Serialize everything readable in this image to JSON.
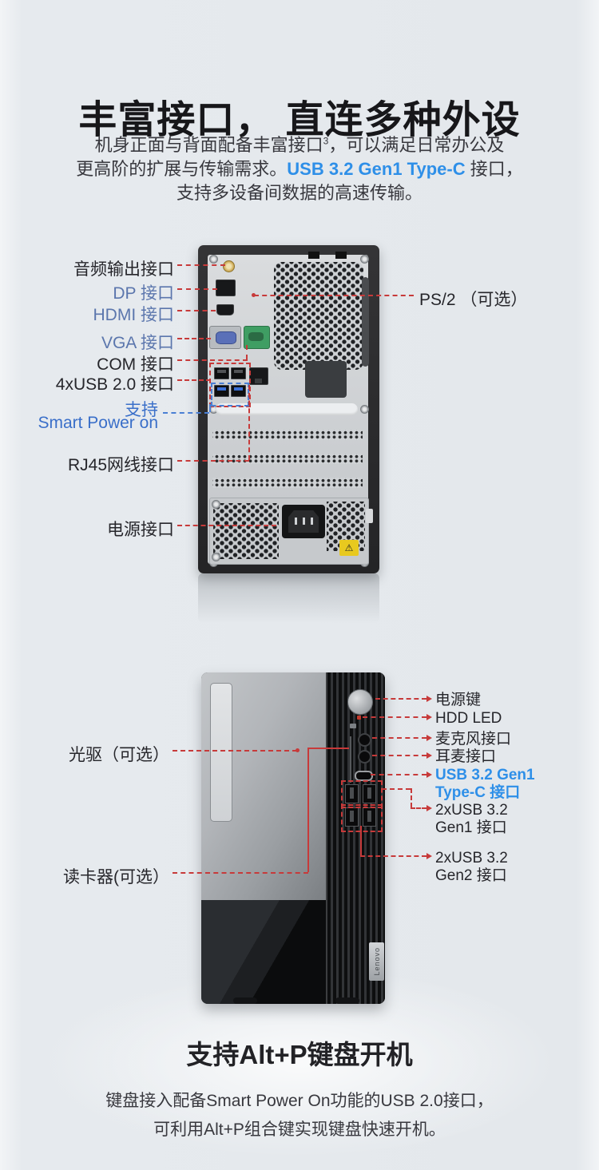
{
  "hero": {
    "title": "丰富接口， 直连多种外设",
    "line1_a": "机身正面与背面配备丰富接口",
    "line1_sup": "3",
    "line1_b": "，可以满足日常办公及",
    "line2_a": "更高阶的扩展与传输需求。",
    "line2_blue": "USB 3.2 Gen1 Type-C",
    "line2_b": " 接口，",
    "line3": "支持多设备间数据的高速传输。"
  },
  "back": {
    "labels": [
      {
        "text": "音频输出接口"
      },
      {
        "text": "DP 接口"
      },
      {
        "text": "HDMI 接口"
      },
      {
        "text": "VGA 接口"
      },
      {
        "text": "COM 接口"
      },
      {
        "text": "4xUSB 2.0 接口"
      },
      {
        "text": "支持"
      },
      {
        "text": "Smart Power on"
      },
      {
        "text": "RJ45网线接口"
      },
      {
        "text": "电源接口"
      }
    ],
    "right_label": "PS/2 （可选）"
  },
  "front": {
    "left_labels": [
      "光驱（可选）",
      "读卡器(可选）"
    ],
    "right_labels": [
      "电源键",
      "HDD LED",
      "麦克风接口",
      "耳麦接口"
    ],
    "typec_l1": "USB 3.2 Gen1",
    "typec_l2": "Type-C 接口",
    "gen1_l1": "2xUSB 3.2",
    "gen1_l2": "Gen1 接口",
    "gen2_l1": "2xUSB 3.2",
    "gen2_l2": "Gen2 接口",
    "logo": "Lenovo"
  },
  "footer": {
    "title": "支持Alt+P键盘开机",
    "line1": "键盘接入配备Smart Power On功能的USB 2.0接口，",
    "line2": "可利用Alt+P组合键实现键盘快速开机。"
  },
  "colors": {
    "callout_red": "#c73a3a",
    "steel_blue": "#5b76ad",
    "bright_blue": "#3a6fc9",
    "azure_blue": "#2e8fe8",
    "warning_yellow": "#e8c91f"
  }
}
